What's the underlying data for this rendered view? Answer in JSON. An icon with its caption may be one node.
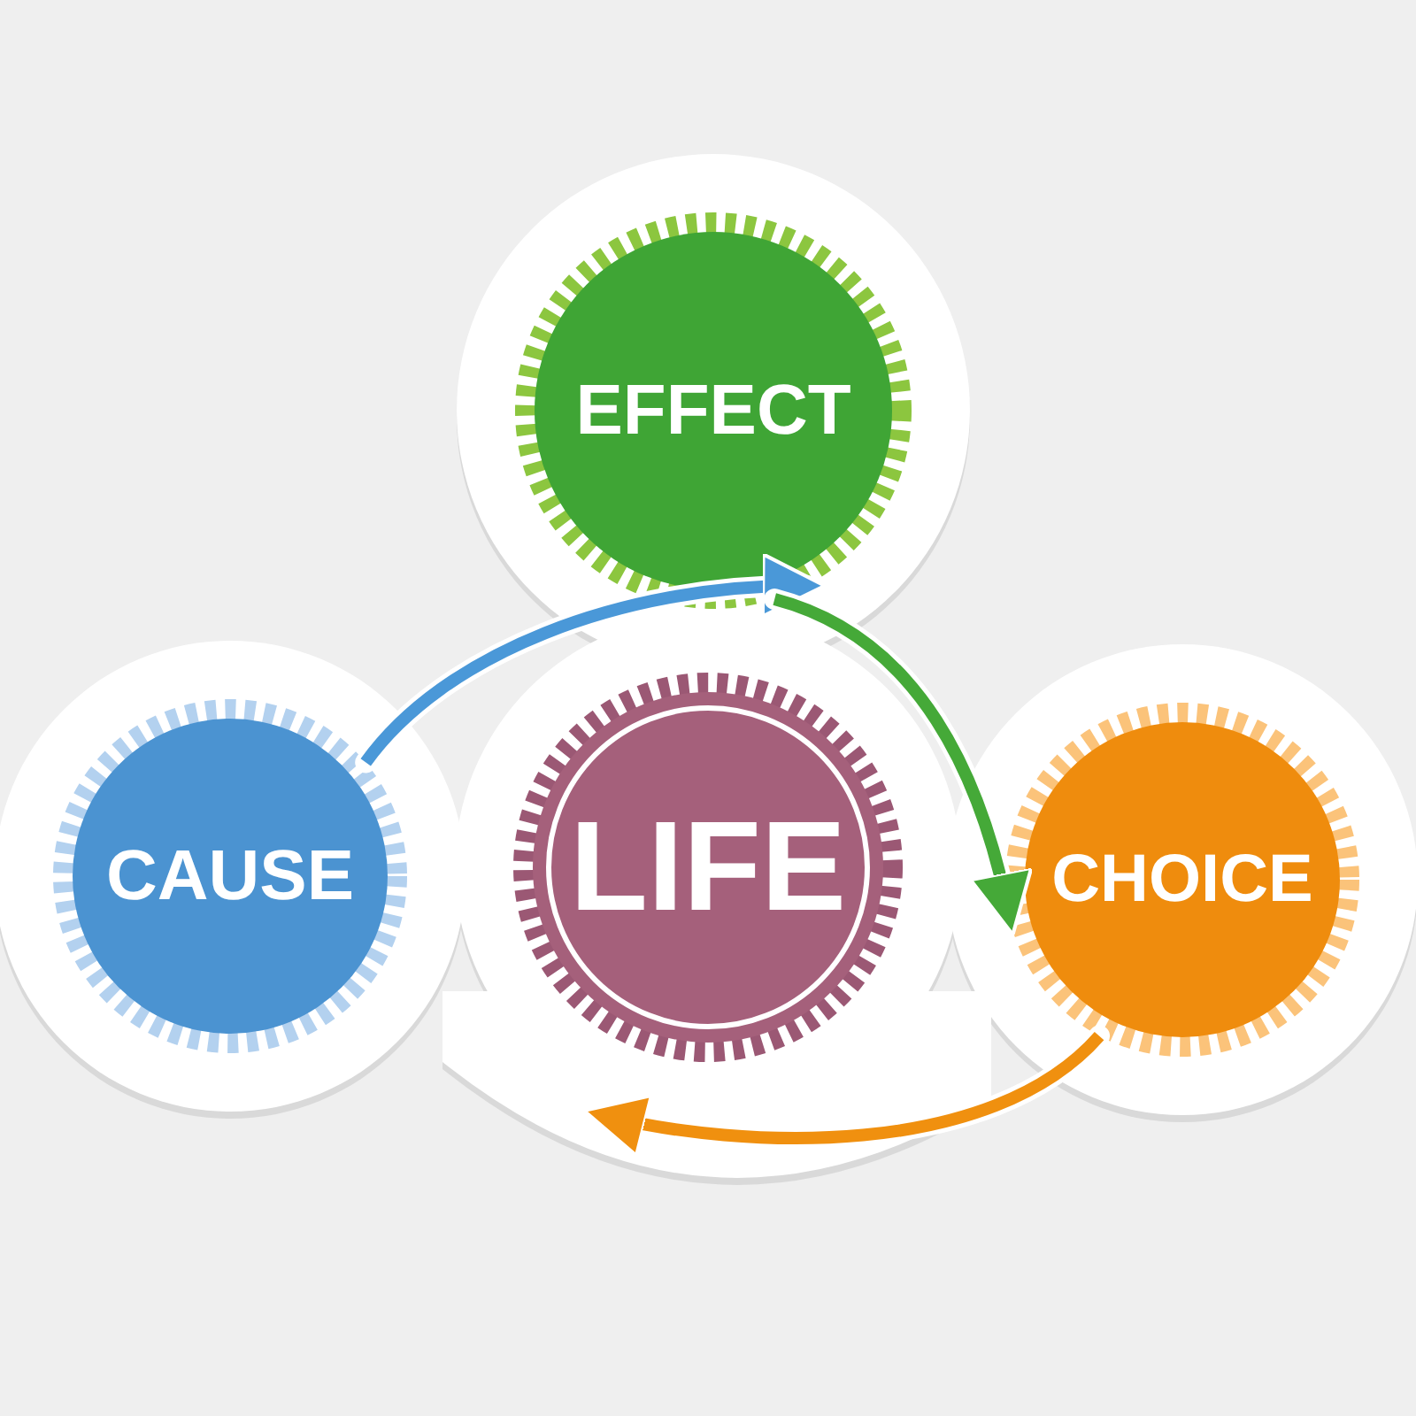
{
  "diagram": {
    "nodes": [
      {
        "text": [
          "EFFECT"
        ]
      },
      {
        "text": [
          "CAUSE"
        ]
      },
      {
        "text": [
          "LIFE"
        ]
      },
      {
        "text": [
          "CHOICE"
        ]
      }
    ],
    "edges": [
      {
        "from": 1,
        "to": 0,
        "arrow": "to",
        "color": "#4a98d8"
      },
      {
        "from": 0,
        "to": 3,
        "arrow": "to",
        "color": "#45a938"
      },
      {
        "from": 3,
        "to": null,
        "arrow": "to",
        "color": "#f0900f"
      }
    ]
  }
}
